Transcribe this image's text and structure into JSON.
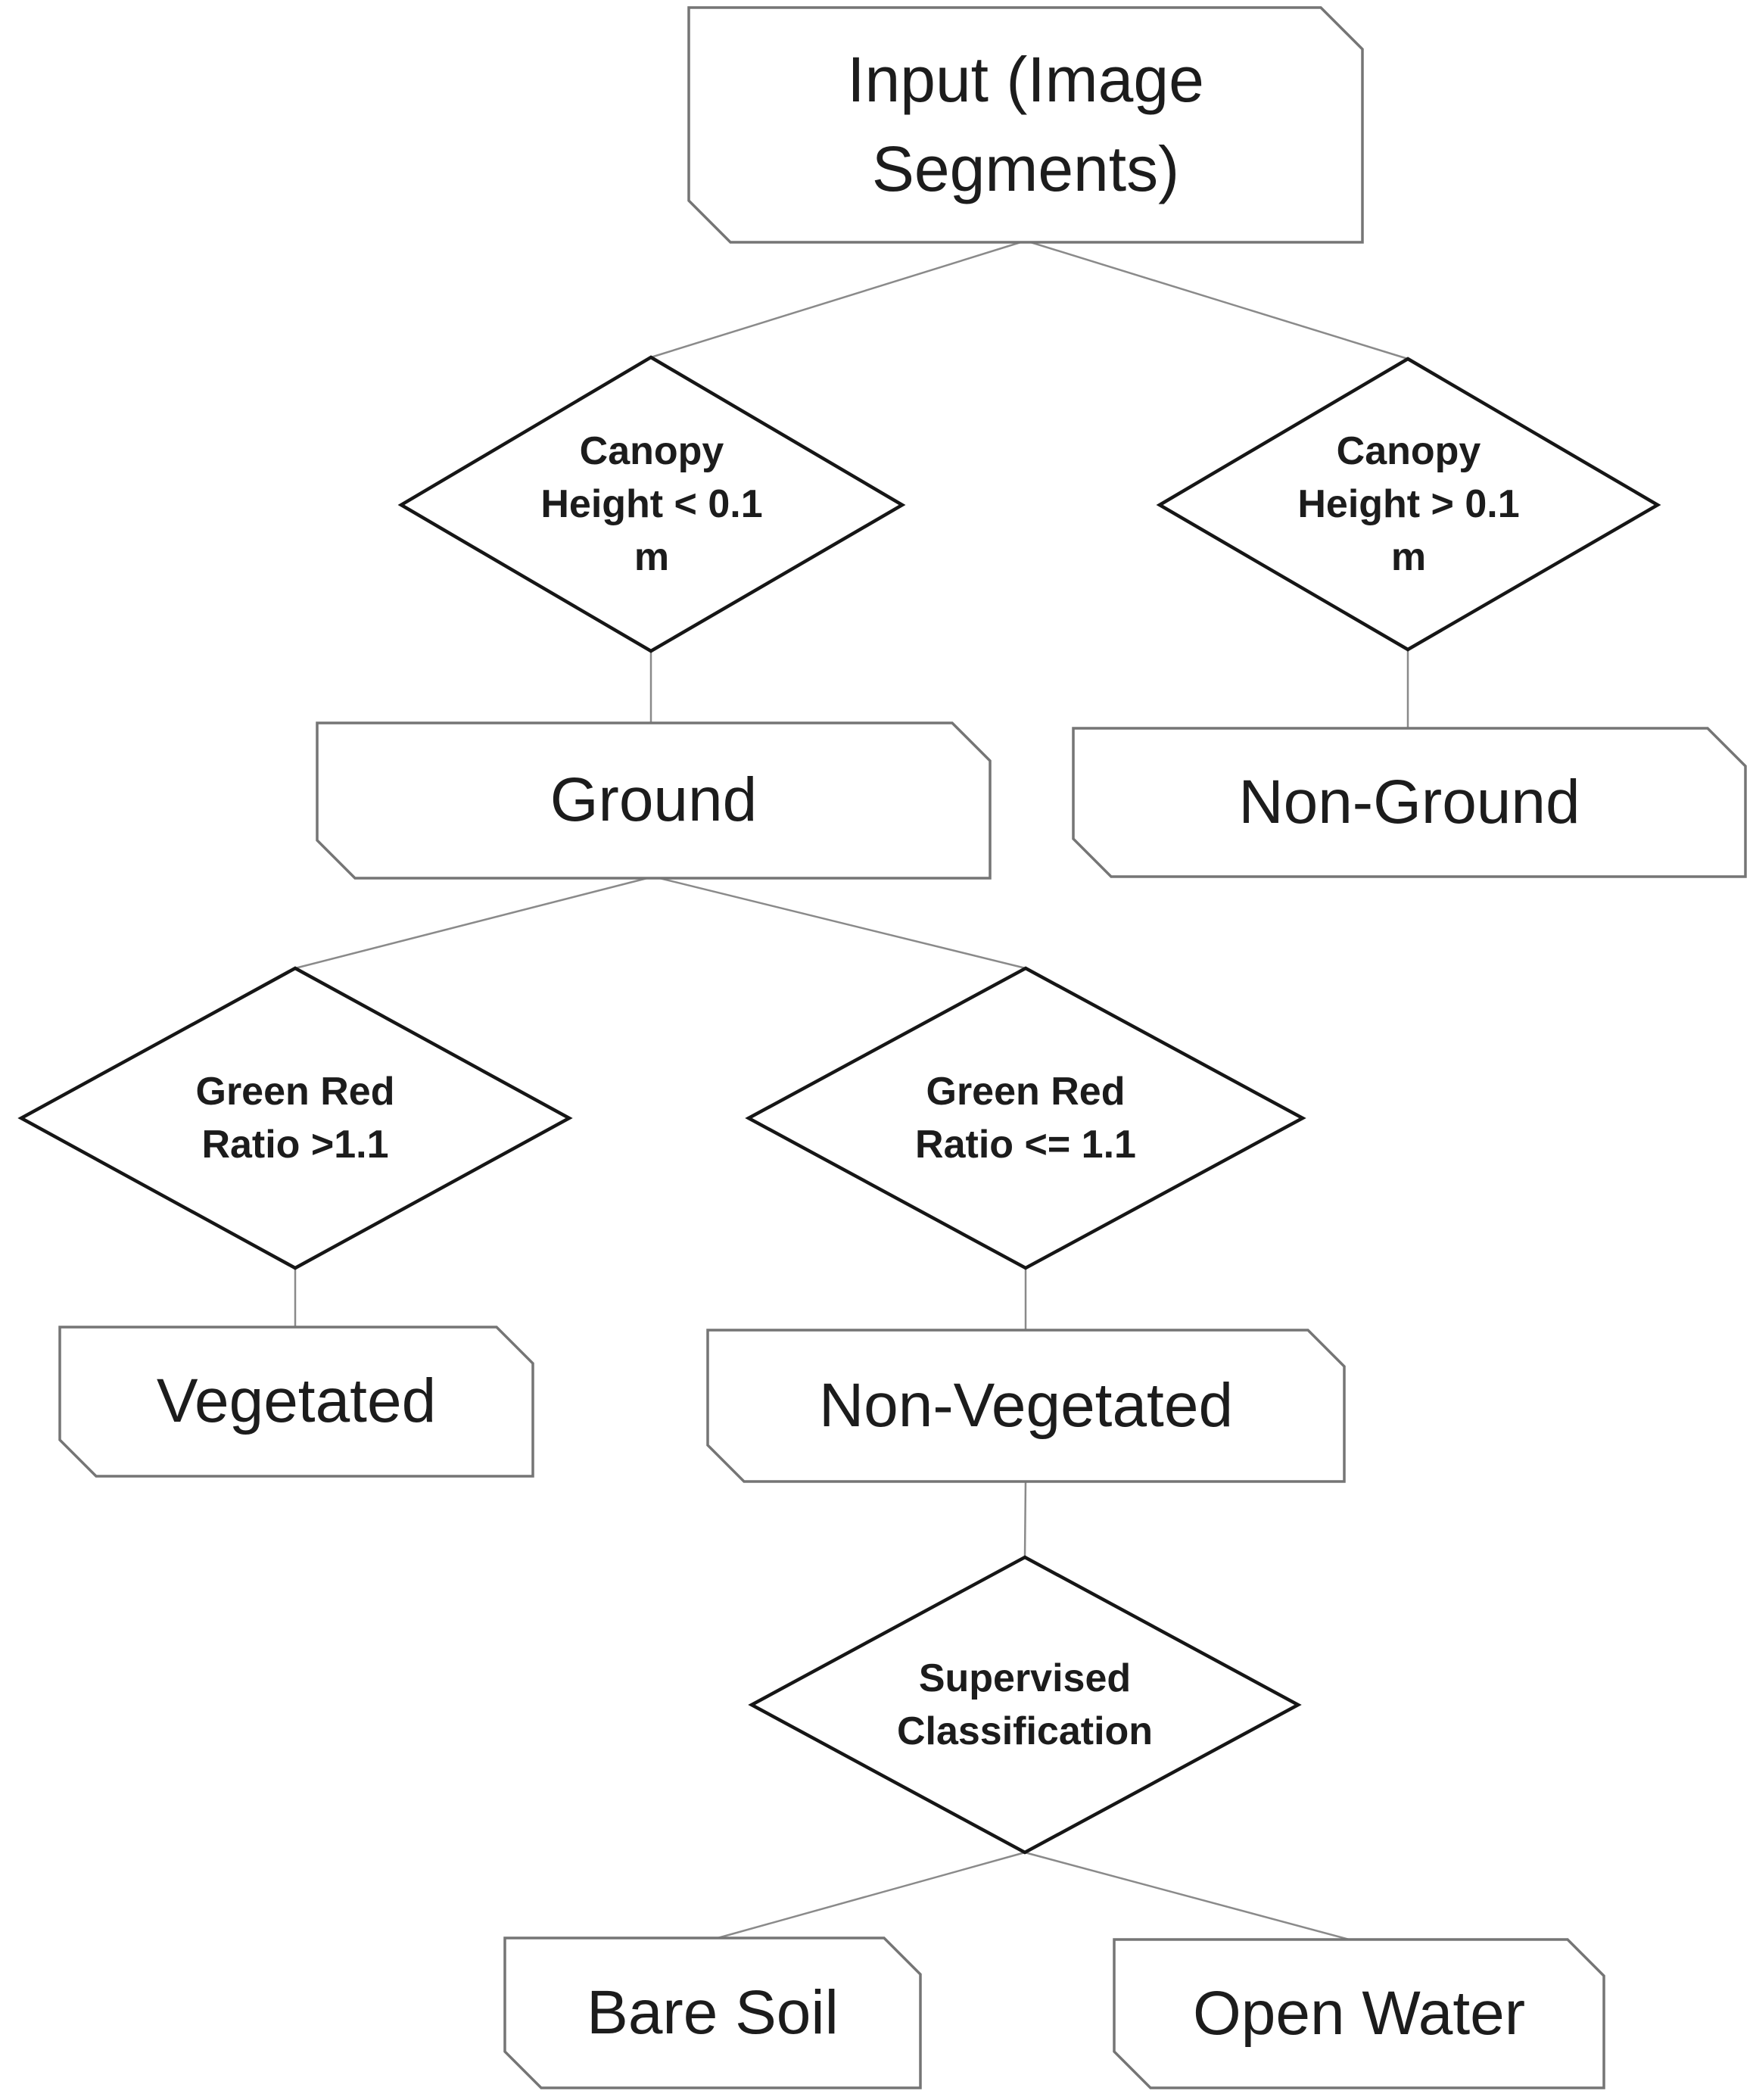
{
  "diagram": {
    "type": "flowchart",
    "colors": {
      "background": "#ffffff",
      "shape_fill": "#ffffff",
      "decision_border": "#161616",
      "process_border": "#757575",
      "connector_line": "#8a8a8a",
      "text": "#1c1c1c"
    },
    "nodes": {
      "input": {
        "type": "process",
        "label": "Input (Image\nSegments)"
      },
      "canopy_height_lt": {
        "type": "decision",
        "label": "Canopy\nHeight < 0.1\nm"
      },
      "canopy_height_gt": {
        "type": "decision",
        "label": "Canopy\nHeight > 0.1\nm"
      },
      "ground": {
        "type": "process",
        "label": "Ground"
      },
      "non_ground": {
        "type": "process",
        "label": "Non-Ground"
      },
      "green_red_ratio_gt": {
        "type": "decision",
        "label": "Green Red\nRatio >1.1"
      },
      "green_red_ratio_le": {
        "type": "decision",
        "label": "Green Red\nRatio <= 1.1"
      },
      "vegetated": {
        "type": "process",
        "label": "Vegetated"
      },
      "non_vegetated": {
        "type": "process",
        "label": "Non-Vegetated"
      },
      "supervised_classification": {
        "type": "decision",
        "label": "Supervised\nClassification"
      },
      "bare_soil": {
        "type": "process",
        "label": "Bare Soil"
      },
      "open_water": {
        "type": "process",
        "label": "Open Water"
      }
    },
    "edges": [
      {
        "from": "input",
        "to": "canopy_height_lt"
      },
      {
        "from": "input",
        "to": "canopy_height_gt"
      },
      {
        "from": "canopy_height_lt",
        "to": "ground"
      },
      {
        "from": "canopy_height_gt",
        "to": "non_ground"
      },
      {
        "from": "ground",
        "to": "green_red_ratio_gt"
      },
      {
        "from": "ground",
        "to": "green_red_ratio_le"
      },
      {
        "from": "green_red_ratio_gt",
        "to": "vegetated"
      },
      {
        "from": "green_red_ratio_le",
        "to": "non_vegetated"
      },
      {
        "from": "non_vegetated",
        "to": "supervised_classification"
      },
      {
        "from": "supervised_classification",
        "to": "bare_soil"
      },
      {
        "from": "supervised_classification",
        "to": "open_water"
      }
    ]
  }
}
